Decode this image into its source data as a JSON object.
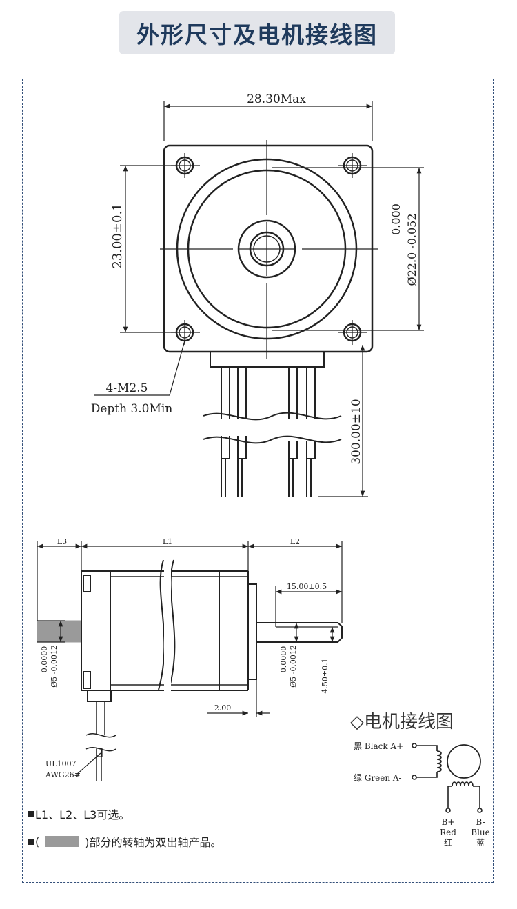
{
  "title": "外形尺寸及电机接线图",
  "front_view": {
    "dim_width": "28.30Max",
    "dim_hole_spacing": "23.00±0.1",
    "dim_boss_upper": "0.000",
    "dim_boss_lower": "Ø22.0 -0.052",
    "holes_label": "4-M2.5",
    "depth_label": "Depth 3.0Min",
    "lead_length": "300.00±10"
  },
  "side_view": {
    "l3": "L3",
    "l1": "L1",
    "l2": "L2",
    "shaft_length": "15.00±0.5",
    "rear_shaft_tol_upper": "0.0000",
    "rear_shaft_tol_lower": "Ø5 -0.0012",
    "front_shaft_tol_upper": "0.0000",
    "front_shaft_tol_lower": "Ø5 -0.0012",
    "flat_depth": "4.50±0.1",
    "boss_depth": "2.00",
    "wire_spec_1": "UL1007",
    "wire_spec_2": "AWG26#"
  },
  "wiring": {
    "title": "◇电机接线图",
    "a_plus": "黑 Black A+",
    "a_minus": "绿 Green A-",
    "b_plus_1": "B+",
    "b_plus_2": "Red",
    "b_plus_3": "红",
    "b_minus_1": "B-",
    "b_minus_2": "Blue",
    "b_minus_3": "蓝"
  },
  "notes": {
    "note1": "L1、L2、L3可选。",
    "note2_open": "(",
    "note2_close": ")部分的转轴为双出轴产品。"
  },
  "colors": {
    "title_text": "#1f3a5c",
    "title_bg": "#e3e5ea",
    "frame_border": "#34507a",
    "shaft_highlight": "#9a9a9a"
  }
}
